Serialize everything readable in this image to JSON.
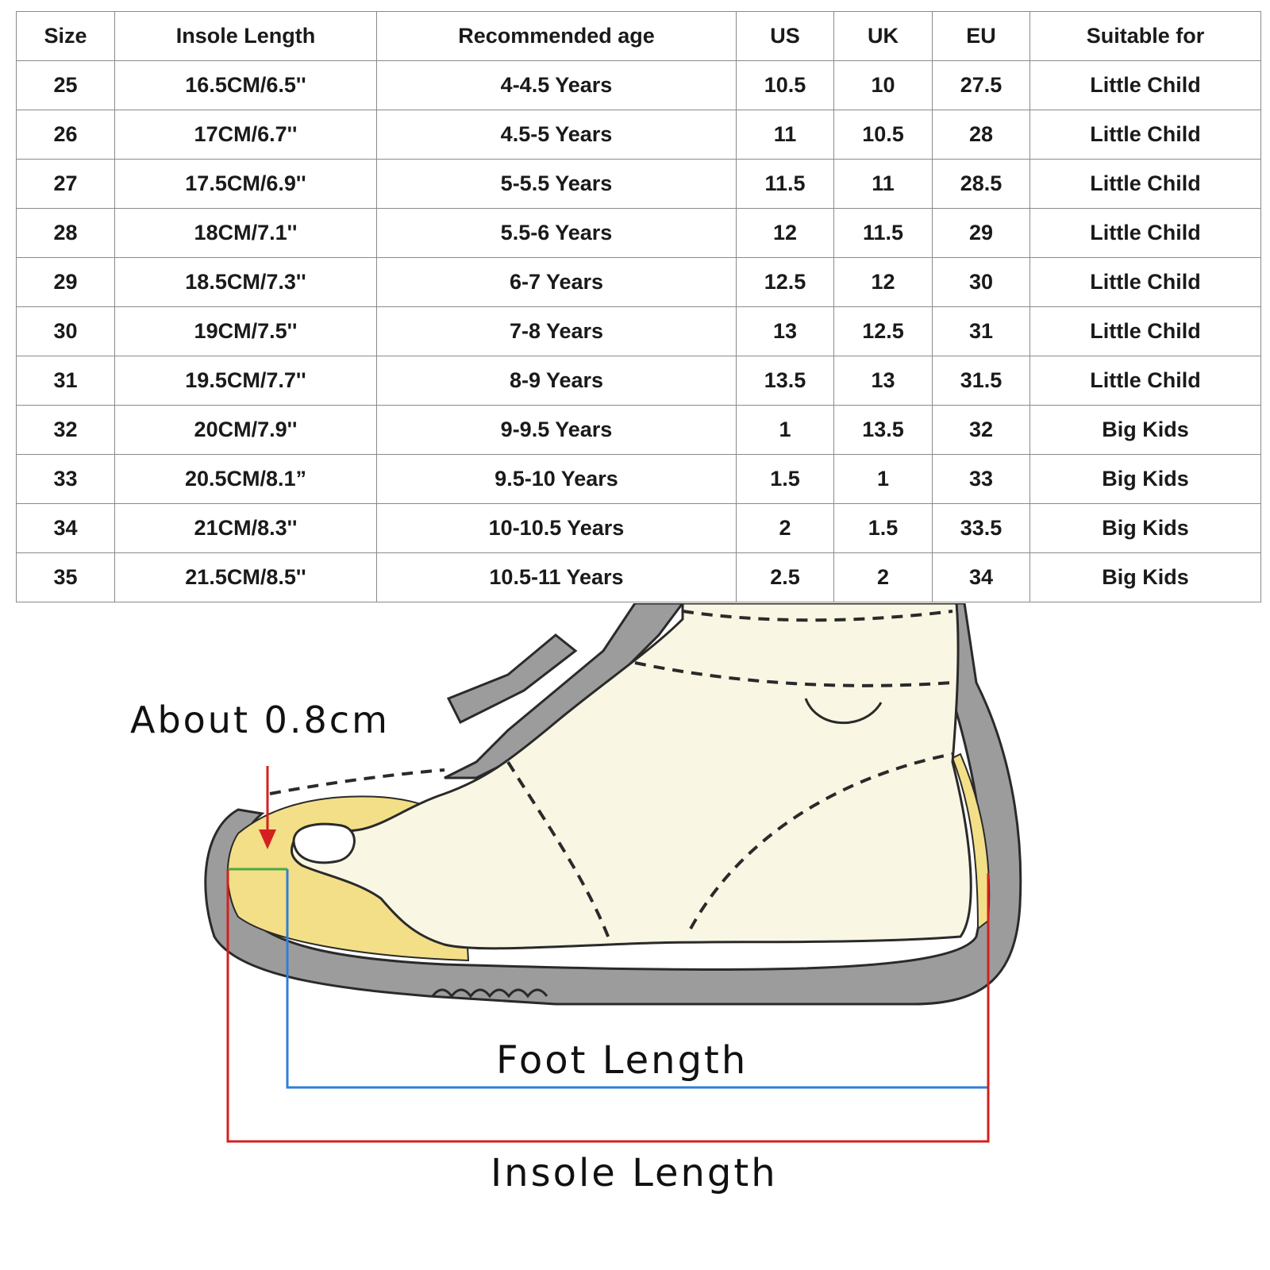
{
  "table": {
    "headers": [
      "Size",
      "Insole Length",
      "Recommended age",
      "US",
      "UK",
      "EU",
      "Suitable for"
    ],
    "rows": [
      [
        "25",
        "16.5CM/6.5''",
        "4-4.5 Years",
        "10.5",
        "10",
        "27.5",
        "Little Child"
      ],
      [
        "26",
        "17CM/6.7''",
        "4.5-5 Years",
        "11",
        "10.5",
        "28",
        "Little Child"
      ],
      [
        "27",
        "17.5CM/6.9''",
        "5-5.5 Years",
        "11.5",
        "11",
        "28.5",
        "Little Child"
      ],
      [
        "28",
        "18CM/7.1''",
        "5.5-6 Years",
        "12",
        "11.5",
        "29",
        "Little Child"
      ],
      [
        "29",
        "18.5CM/7.3''",
        "6-7 Years",
        "12.5",
        "12",
        "30",
        "Little Child"
      ],
      [
        "30",
        "19CM/7.5''",
        "7-8 Years",
        "13",
        "12.5",
        "31",
        "Little Child"
      ],
      [
        "31",
        "19.5CM/7.7''",
        "8-9 Years",
        "13.5",
        "13",
        "31.5",
        "Little Child"
      ],
      [
        "32",
        "20CM/7.9''",
        "9-9.5 Years",
        "1",
        "13.5",
        "32",
        "Big Kids"
      ],
      [
        "33",
        "20.5CM/8.1”",
        "9.5-10 Years",
        "1.5",
        "1",
        "33",
        "Big Kids"
      ],
      [
        "34",
        "21CM/8.3''",
        "10-10.5 Years",
        "2",
        "1.5",
        "33.5",
        "Big Kids"
      ],
      [
        "35",
        "21.5CM/8.5''",
        "10.5-11 Years",
        "2.5",
        "2",
        "34",
        "Big Kids"
      ]
    ]
  },
  "diagram": {
    "toe_gap_label": "About 0.8cm",
    "foot_length_label": "Foot Length",
    "insole_length_label": "Insole Length",
    "colors": {
      "shoe_gray": "#9c9c9c",
      "foot_cream": "#f9f7e3",
      "insole_yellow": "#f3df88",
      "outline": "#2a2a2a",
      "arrow_red": "#d42020",
      "toe_gap_green": "#49a845",
      "foot_length_blue": "#2f7fd8",
      "insole_length_red": "#d42020"
    }
  }
}
